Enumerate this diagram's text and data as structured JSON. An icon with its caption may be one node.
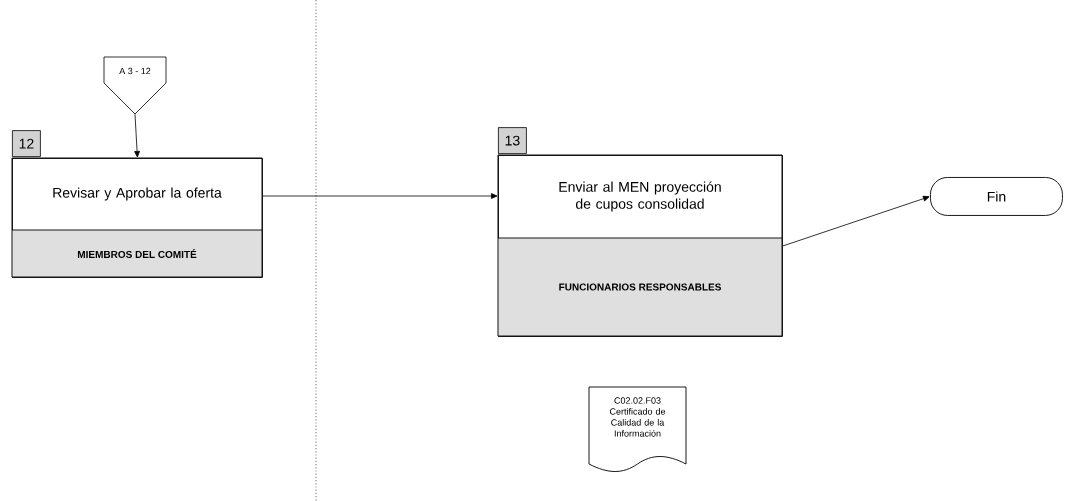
{
  "diagram": {
    "nodes": [
      {
        "text": [
          "A 3 - 12"
        ]
      },
      {
        "text": [
          "12",
          "Revisar y Aprobar la oferta",
          "MIEMBROS DEL COMITÉ"
        ]
      },
      {
        "text": [
          "13",
          "Enviar al MEN proyección de cupos consolidad",
          "FUNCIONARIOS RESPONSABLES"
        ]
      },
      {
        "text": [
          "Fin"
        ]
      },
      {
        "text": [
          "C02.02.F03 Certificado de Calidad de la Información"
        ]
      }
    ],
    "edges": [
      {
        "from": 0,
        "to": 1,
        "arrow": "to"
      },
      {
        "from": 1,
        "to": 2,
        "arrow": "to"
      },
      {
        "from": 2,
        "to": 3,
        "arrow": "to"
      }
    ]
  }
}
